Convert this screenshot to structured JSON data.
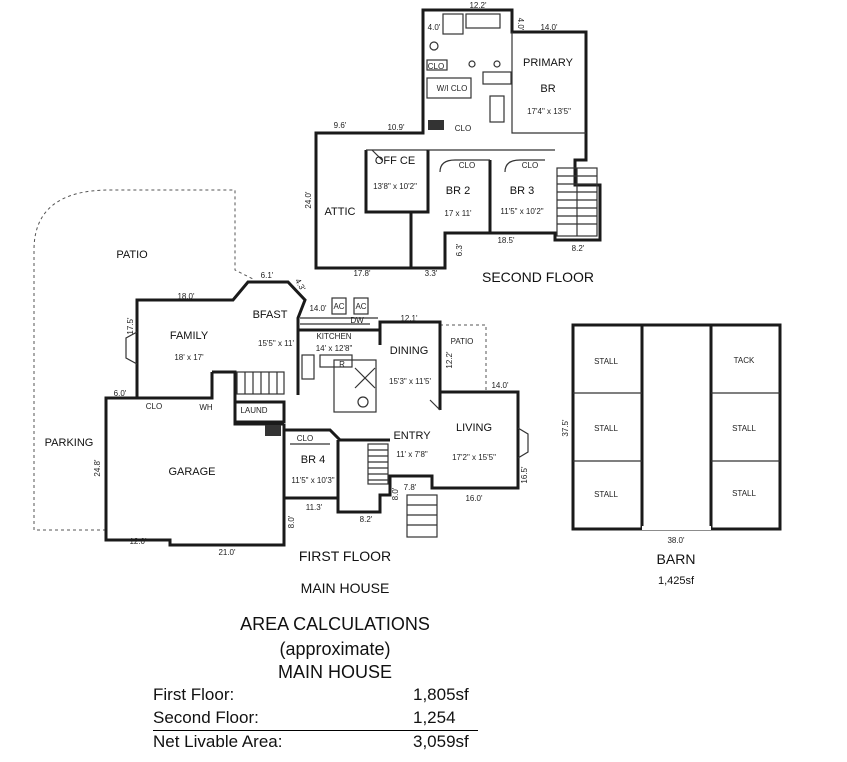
{
  "second_floor": {
    "title": "SECOND FLOOR",
    "rooms": {
      "primary": "PRIMARY",
      "primary_br": "BR",
      "primary_dims": "17'4\" x 13'5\"",
      "wic": "W/I CLO",
      "office": "OFF CE",
      "office_dims": "13'8\" x 10'2\"",
      "attic": "ATTIC",
      "br2": "BR 2",
      "br2_dims": "17 x 11'",
      "br3": "BR 3",
      "br3_dims": "11'5\" x 10'2\"",
      "clo": "CLO"
    },
    "dims": [
      "12.2'",
      "4.0'",
      "4.0'",
      "14.0'",
      "9.6'",
      "10.9'",
      "24.0'",
      "17.8'",
      "3.3'",
      "6.3'",
      "18.5'",
      "8.2'"
    ]
  },
  "first_floor": {
    "title": "FIRST FLOOR",
    "subtitle": "MAIN HOUSE",
    "rooms": {
      "patio": "PATIO",
      "family": "FAMILY",
      "family_dims": "18' x 17'",
      "bfast": "BFAST",
      "bfast_dims": "15'5\" x 11'",
      "kitchen": "KITCHEN",
      "kitchen_dims": "14' x 12'8\"",
      "dining": "DINING",
      "dining_dims": "15'3\" x 11'5'",
      "patio2": "PATIO",
      "parking": "PARKING",
      "garage": "GARAGE",
      "laund": "LAUND",
      "clo": "CLO",
      "br4": "BR 4",
      "br4_dims": "11'5\" x 10'3\"",
      "entry": "ENTRY",
      "entry_dims": "11' x 7'8\"",
      "living": "LIVING",
      "living_dims": "17'2\" x 15'5\"",
      "ac": "AC",
      "dw": "DW",
      "r": "R",
      "wh": "WH"
    },
    "dims": [
      "6.1'",
      "4.3'",
      "18.0'",
      "17.5'",
      "14.0'",
      "12.1'",
      "12.2'",
      "14.0'",
      "6.0'",
      "24.8'",
      "11.3'",
      "8.2'",
      "8.0'",
      "7.8'",
      "16.0'",
      "16.5'",
      "12.0'",
      "21.0'",
      "8.0'"
    ]
  },
  "barn": {
    "title": "BARN",
    "area": "1,425sf",
    "stalls": [
      "STALL",
      "STALL",
      "STALL",
      "TACK",
      "STALL",
      "STALL"
    ],
    "dims": [
      "37.5'",
      "38.0'"
    ]
  },
  "area": {
    "title": "AREA CALCULATIONS",
    "subtitle": "(approximate)",
    "heading": "MAIN HOUSE",
    "rows": [
      {
        "label": "First  Floor:",
        "value": "1,805sf"
      },
      {
        "label": "Second Floor:",
        "value": "1,254"
      },
      {
        "label": "Net Livable Area:",
        "value": "3,059sf"
      }
    ]
  }
}
